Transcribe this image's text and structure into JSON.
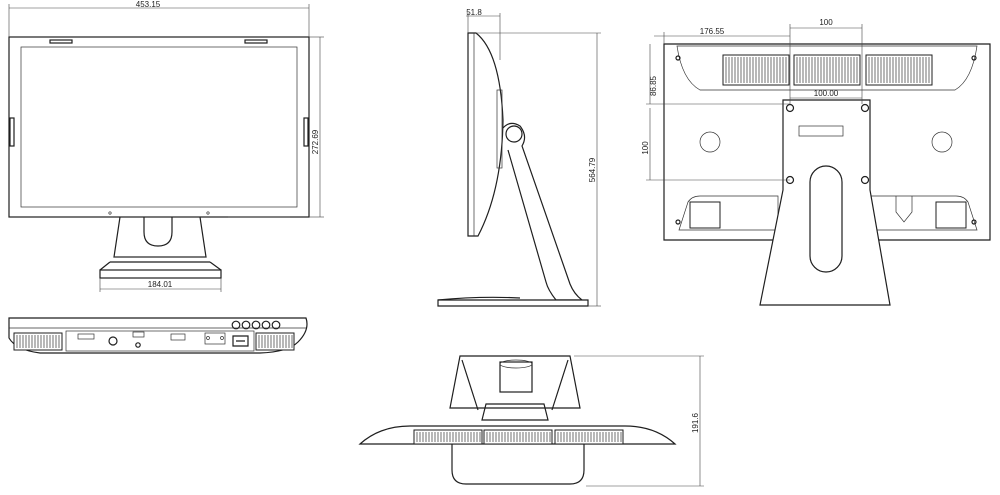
{
  "dimensions": {
    "front_width": "453.15",
    "front_height": "272.69",
    "base_width": "184.01",
    "side_depth_top": "51.8",
    "side_total_height": "564.79",
    "rear_offset_x": "176.55",
    "rear_vesa_top": "100",
    "rear_offset_y": "86.85",
    "rear_vesa_inner": "100.00",
    "rear_vesa_side": "100",
    "top_depth": "191.6"
  },
  "colors": {
    "line": "#1f1f1f",
    "background": "#ffffff"
  }
}
